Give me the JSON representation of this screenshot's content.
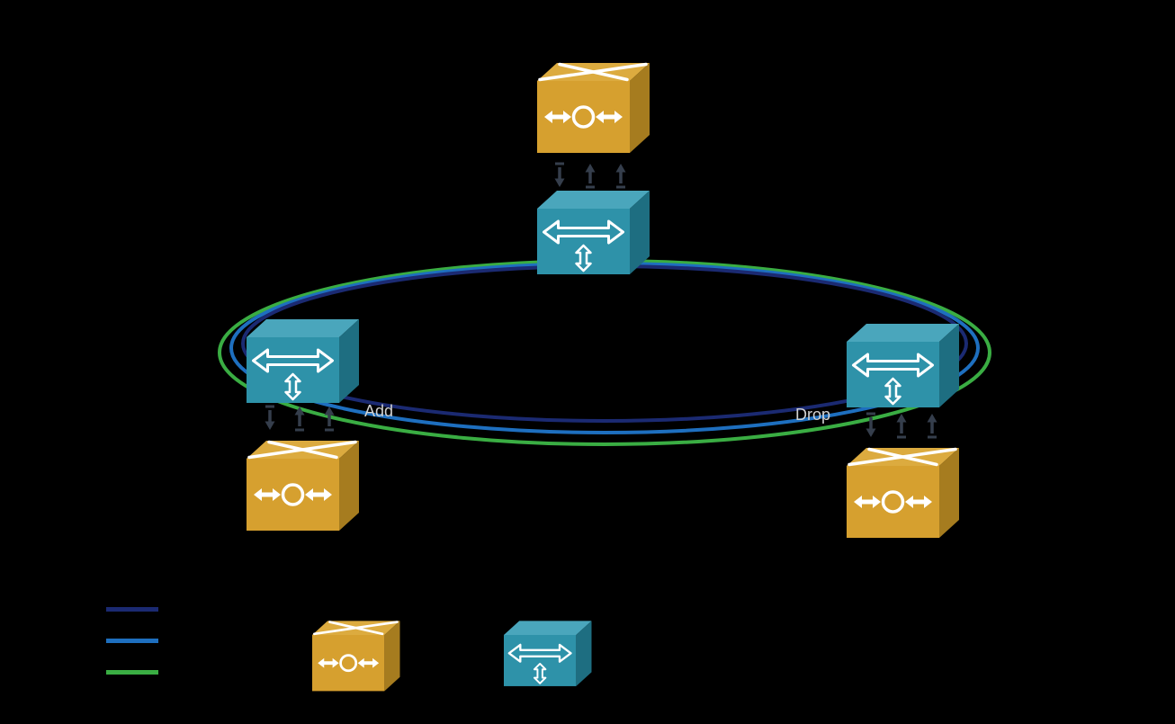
{
  "labels": {
    "add": "Add",
    "drop": "Drop"
  },
  "colors": {
    "background": "#000000",
    "ring_navy": "#1b2a72",
    "ring_blue": "#1e6fbf",
    "ring_green": "#3aad43",
    "router_gold_front": "#d6a02f",
    "router_gold_top": "#dcab3f",
    "router_gold_side": "#a67c1f",
    "switch_teal_front": "#2e92a9",
    "switch_teal_top": "#4aa6bc",
    "switch_teal_side": "#1e6e81",
    "link_arrow": "#353e4c",
    "label_text": "#d2d2d2"
  },
  "icons": {
    "router_node": "gold-3d-cube-with-circle-and-double-arrows-icon",
    "switch_node": "teal-3d-cube-with-horizontal-and-vertical-double-arrow-icon",
    "link_arrow": "small-vertical-traffic-arrow-with-tail-bar-icon"
  },
  "legend": {
    "ring_swatches": [
      {
        "name": "navy-ring-swatch",
        "color": "#1b2a72"
      },
      {
        "name": "blue-ring-swatch",
        "color": "#1e6fbf"
      },
      {
        "name": "green-ring-swatch",
        "color": "#3aad43"
      }
    ]
  }
}
